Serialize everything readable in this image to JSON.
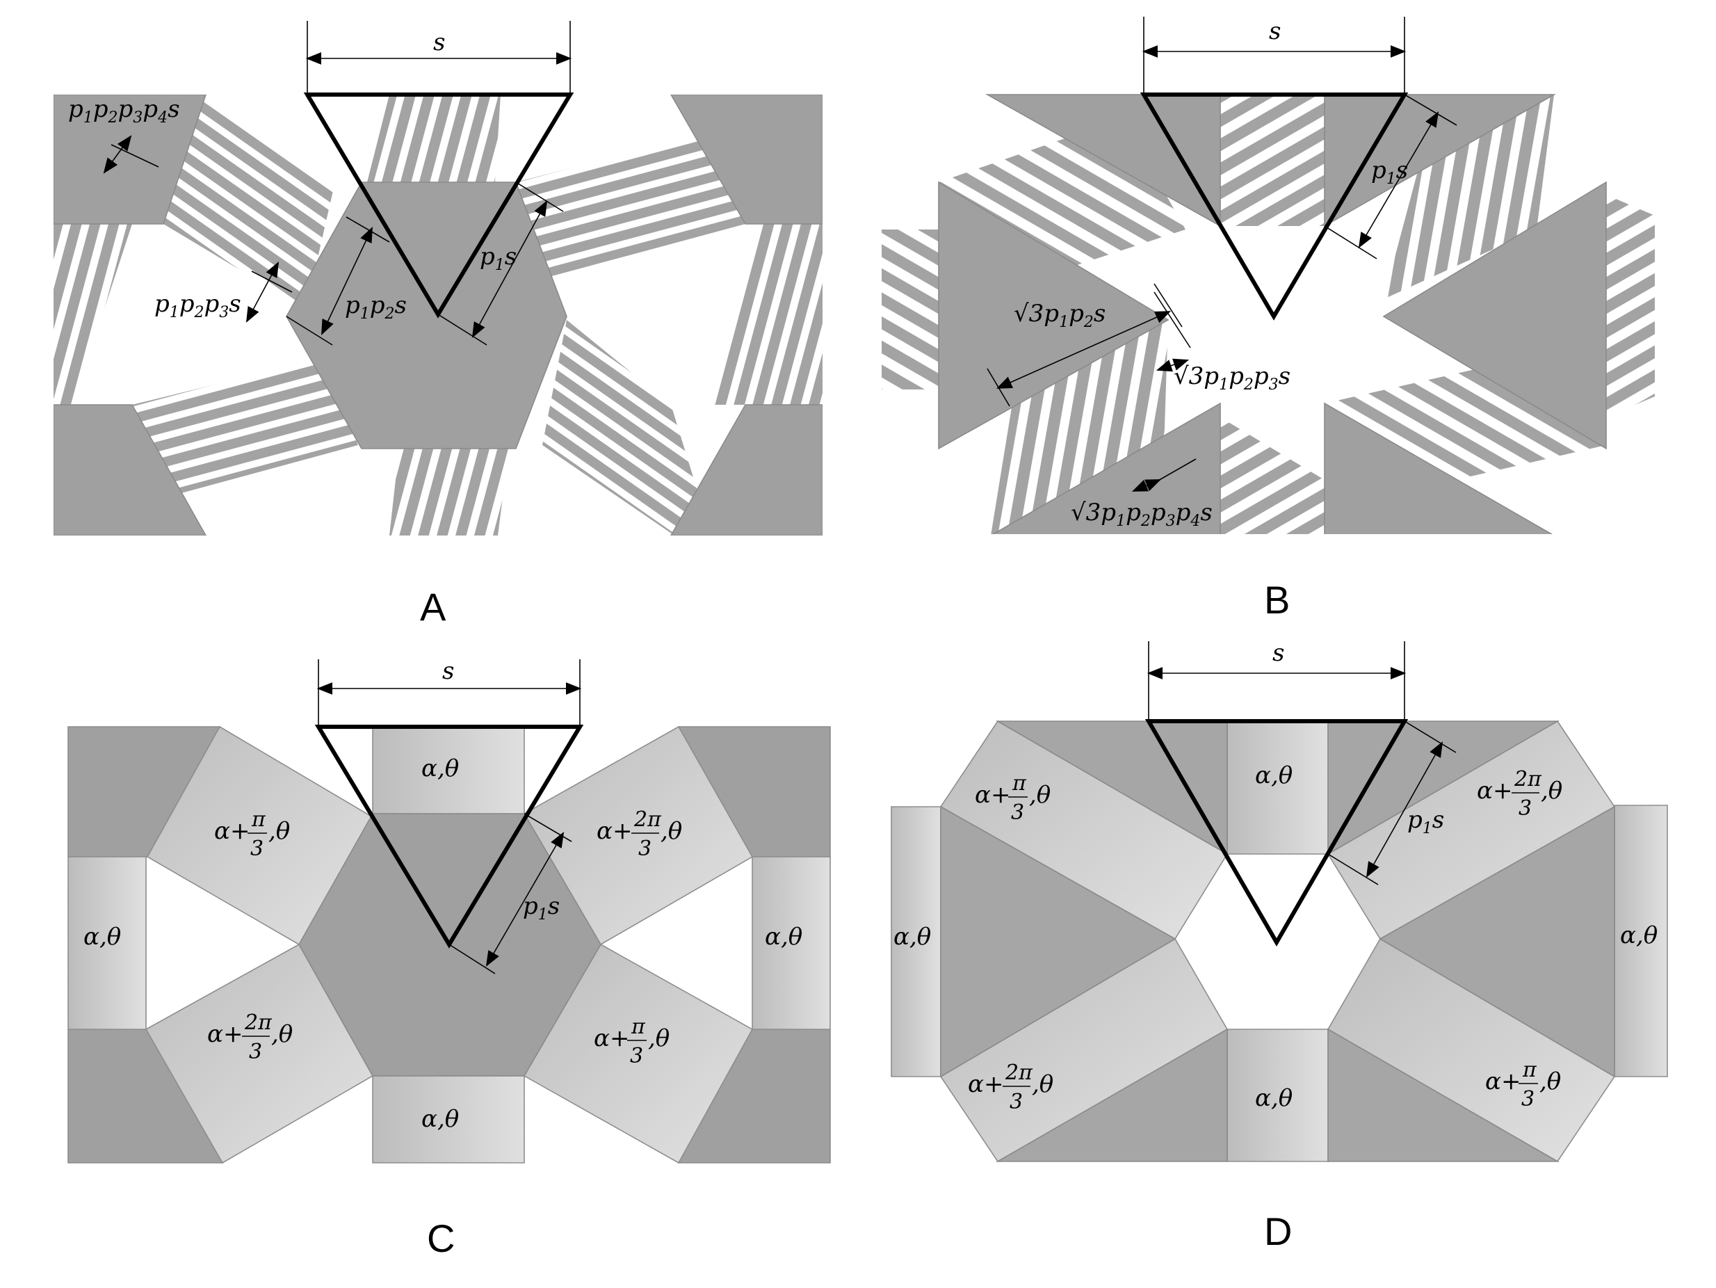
{
  "panels": [
    {
      "label": "A",
      "side": "s",
      "labels": [
        "p1p2p3p4s",
        "p1p2p3s",
        "p1p2s",
        "p1s"
      ]
    },
    {
      "label": "B",
      "side": "s",
      "labels": [
        "p1s",
        "√3p1p2s",
        "√3p1p2p3s",
        "√3p1p2p3p4s"
      ]
    },
    {
      "label": "C",
      "side": "s",
      "labels": [
        "α,θ",
        "α+π/3,θ",
        "α+2π/3,θ",
        "p1s"
      ]
    },
    {
      "label": "D",
      "side": "s",
      "labels": [
        "α,θ",
        "α+π/3,θ",
        "α+2π/3,θ",
        "p1s"
      ]
    }
  ]
}
